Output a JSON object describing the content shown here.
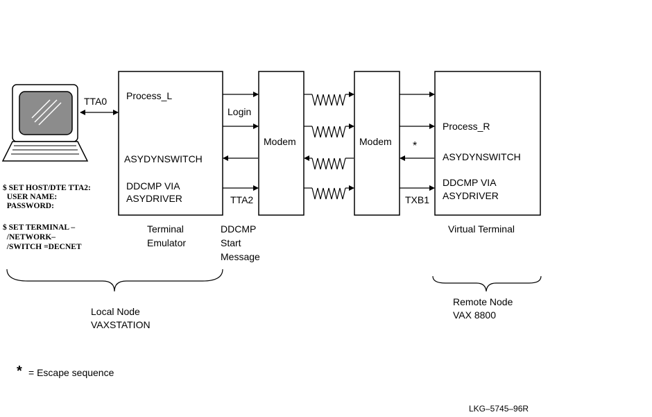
{
  "local_box": {
    "process": "Process_L",
    "switch": "ASYDYNSWITCH",
    "ddcmp_line1": "DDCMP VIA",
    "ddcmp_line2": "ASYDRIVER"
  },
  "remote_box": {
    "process": "Process_R",
    "switch": "ASYDYNSWITCH",
    "ddcmp_line1": "DDCMP VIA",
    "ddcmp_line2": "ASYDRIVER"
  },
  "modem_left": "Modem",
  "modem_right": "Modem",
  "labels": {
    "tta0": "TTA0",
    "login": "Login",
    "tta2": "TTA2",
    "txb1": "TXB1",
    "star": "*",
    "terminal_emulator_1": "Terminal",
    "terminal_emulator_2": "Emulator",
    "ddcmp_start_1": "DDCMP",
    "ddcmp_start_2": "Start",
    "ddcmp_start_3": "Message",
    "virtual_terminal": "Virtual Terminal",
    "local_node_1": "Local Node",
    "local_node_2": "VAXSTATION",
    "remote_node_1": "Remote Node",
    "remote_node_2": "VAX 8800"
  },
  "commands": [
    "$ SET HOST/DTE TTA2:",
    "  USER NAME:",
    "  PASSWORD:",
    "$ SET TERMINAL –",
    "  /NETWORK–",
    "  /SWITCH =DECNET"
  ],
  "legend": {
    "star": "*",
    "text": "= Escape sequence"
  },
  "figure_id": "LKG–5745–96R"
}
